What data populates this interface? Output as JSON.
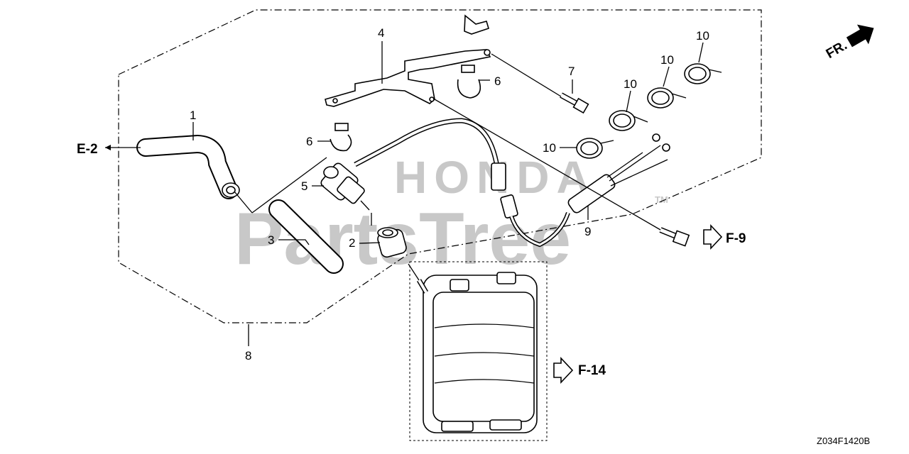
{
  "watermark": {
    "brand": "HONDA",
    "site": "PartsTree",
    "tm": "TM"
  },
  "orientation": {
    "label": "FR."
  },
  "refs": {
    "e2": "E-2",
    "f9": "F-9",
    "f14": "F-14"
  },
  "callouts": {
    "p1": "1",
    "p2": "2",
    "p3": "3",
    "p4": "4",
    "p5": "5",
    "p6a": "6",
    "p6b": "6",
    "p7": "7",
    "p8": "8",
    "p9": "9",
    "p10a": "10",
    "p10b": "10",
    "p10c": "10",
    "p10d": "10"
  },
  "diagram_code": "Z034F1420B"
}
